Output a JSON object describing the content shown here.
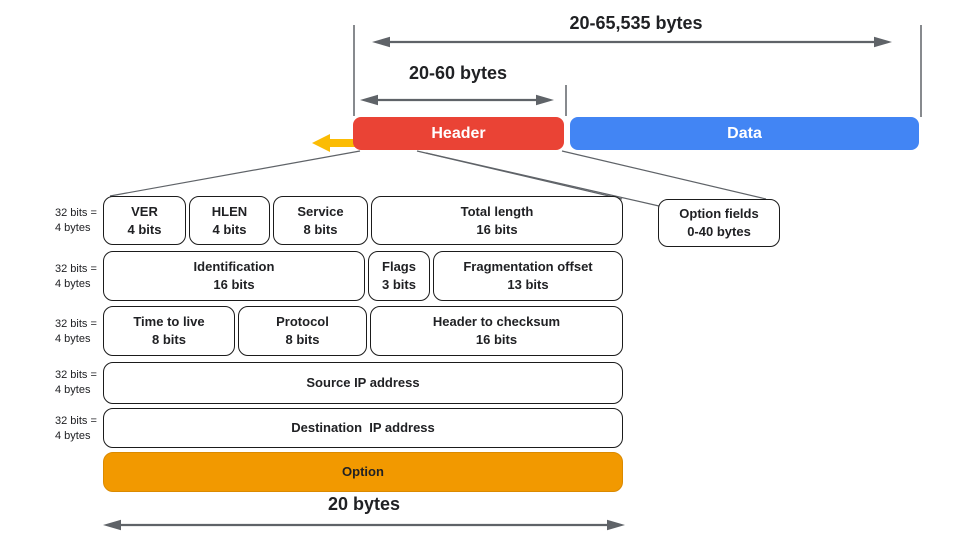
{
  "palette": {
    "header_red": "#EA4335",
    "data_blue": "#4285F4",
    "explode_arrow_yellow": "#FBBC04",
    "option_orange": "#F29900",
    "line_gray": "#5f6368"
  },
  "top": {
    "packet_span_label": "20-65,535 bytes",
    "header_span_label": "20-60 bytes",
    "header_box_label": "Header",
    "data_box_label": "Data"
  },
  "row_label": {
    "line1": "32 bits =",
    "line2": "4 bytes"
  },
  "rows": [
    {
      "fields": [
        {
          "name": "VER",
          "size": "4 bits"
        },
        {
          "name": "HLEN",
          "size": "4 bits"
        },
        {
          "name": "Service",
          "size": "8 bits"
        },
        {
          "name": "Total length",
          "size": "16 bits"
        }
      ]
    },
    {
      "fields": [
        {
          "name": "Identification",
          "size": "16 bits"
        },
        {
          "name": "Flags",
          "size": "3 bits"
        },
        {
          "name": "Fragmentation offset",
          "size": "13 bits"
        }
      ]
    },
    {
      "fields": [
        {
          "name": "Time to live",
          "size": "8 bits"
        },
        {
          "name": "Protocol",
          "size": "8 bits"
        },
        {
          "name": "Header to checksum",
          "size": "16 bits"
        }
      ]
    },
    {
      "fields": [
        {
          "name": "Source IP address"
        }
      ]
    },
    {
      "fields": [
        {
          "name": "Destination  IP address"
        }
      ]
    },
    {
      "fields": [
        {
          "name": "Option"
        }
      ]
    }
  ],
  "option_fields_box": {
    "line1": "Option fields",
    "line2": "0-40 bytes"
  },
  "bottom": {
    "header_size_label": "20 bytes"
  }
}
